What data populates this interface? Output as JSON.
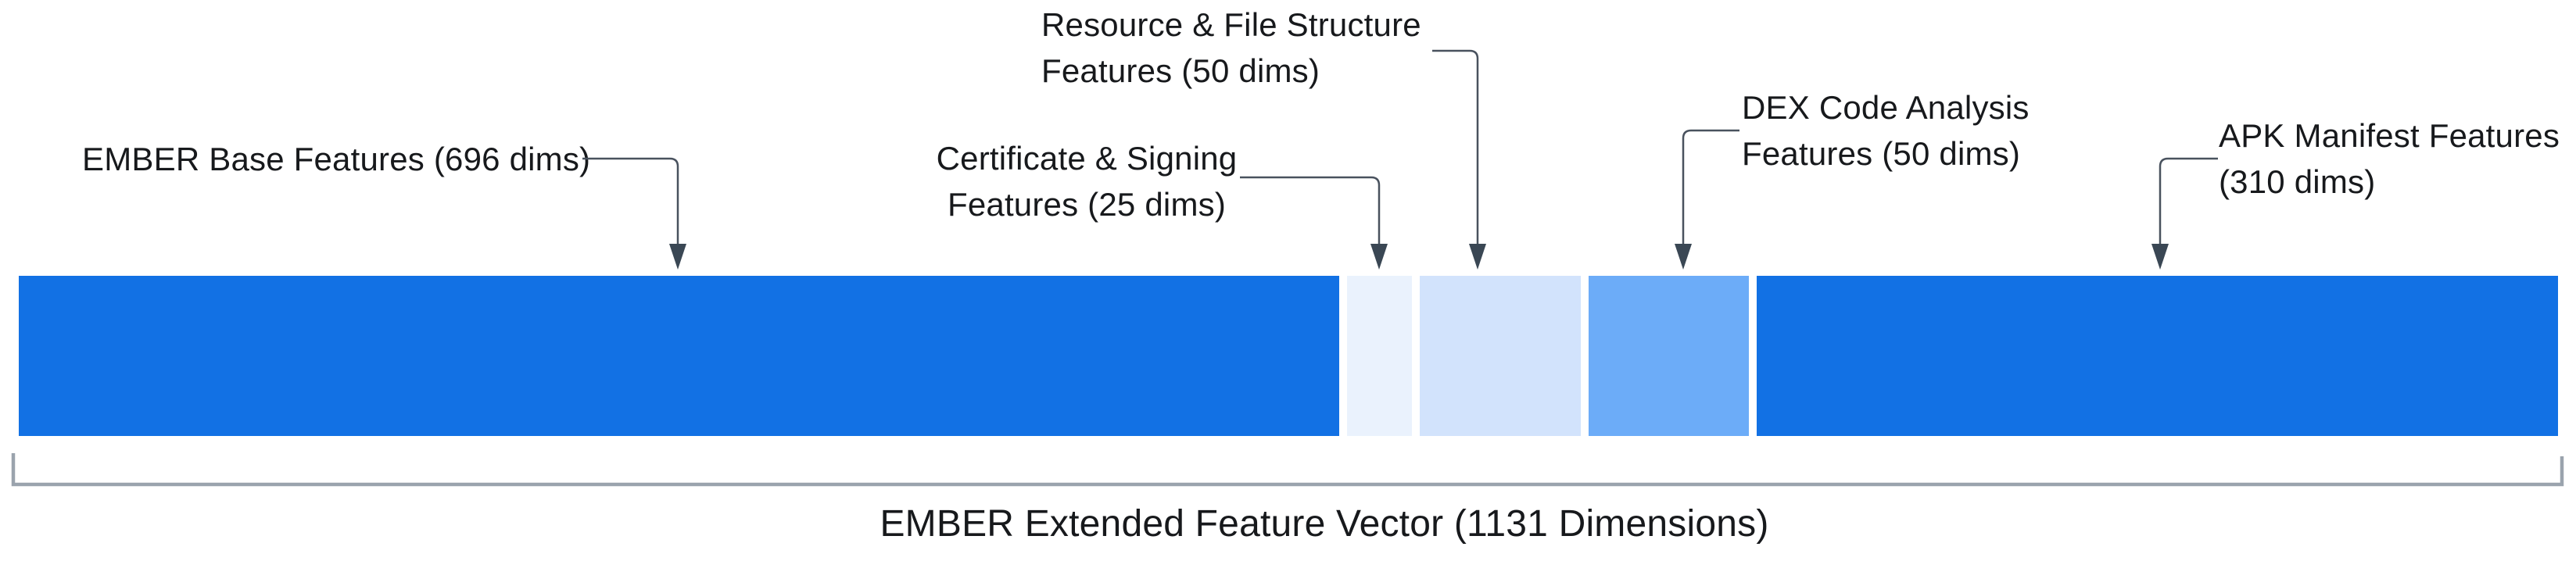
{
  "title": "EMBER Extended Feature Vector (1131 Dimensions)",
  "total_dimensions": 1131,
  "colors": {
    "background": "#FFFFFF",
    "text": "#17191C",
    "segment_dark": "#1271E4",
    "segment_certificate": "#EAF2FD",
    "segment_resource": "#D2E3FC",
    "segment_dex": "#6CACF8",
    "connector": "#49525E",
    "arrowhead": "#3A4754",
    "bracket": "#9AA3AD"
  },
  "segments": [
    {
      "name": "EMBER Base Features",
      "dims": 696,
      "color": "#1271E4",
      "width_ratio": 1688
    },
    {
      "name": "Certificate & Signing Features",
      "dims": 25,
      "color": "#EAF2FD",
      "width_ratio": 83
    },
    {
      "name": "Resource & File Structure Features",
      "dims": 50,
      "color": "#D2E3FC",
      "width_ratio": 206
    },
    {
      "name": "DEX Code Analysis Features",
      "dims": 50,
      "color": "#6CACF8",
      "width_ratio": 205
    },
    {
      "name": "APK Manifest Features",
      "dims": 310,
      "color": "#1271E4",
      "width_ratio": 1025
    }
  ],
  "labels": {
    "ember_base": {
      "lines": [
        "EMBER Base Features (696 dims)"
      ]
    },
    "certificate": {
      "lines": [
        "Certificate & Signing",
        "Features (25 dims)"
      ]
    },
    "resource": {
      "lines": [
        "Resource & File Structure",
        "Features (50 dims)"
      ]
    },
    "dex": {
      "lines": [
        "DEX Code Analysis",
        "Features (50 dims)"
      ]
    },
    "apk": {
      "lines": [
        "APK Manifest Features",
        "(310 dims)"
      ]
    }
  }
}
